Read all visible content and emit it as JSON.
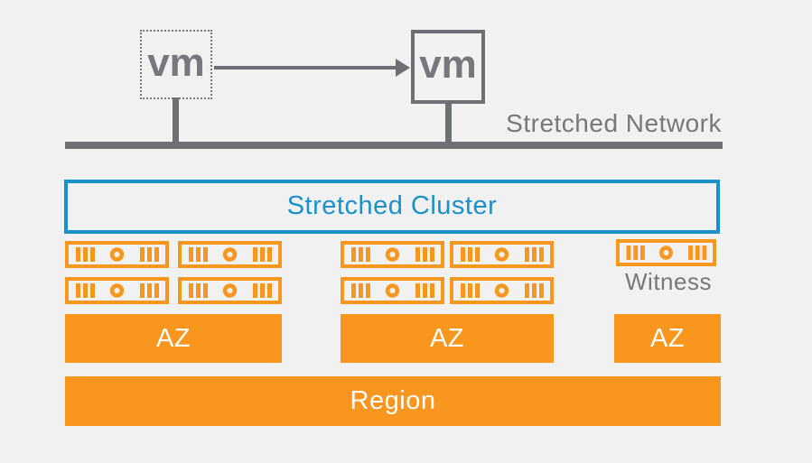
{
  "colors": {
    "background": "#F1F1F2",
    "orange": "#F8961D",
    "blue": "#1A91CA",
    "gray_text": "#77787B",
    "gray_line": "#6E6F72"
  },
  "vm_pair": {
    "source_label": "vm",
    "target_label": "vm"
  },
  "network": {
    "label": "Stretched Network"
  },
  "cluster": {
    "label": "Stretched Cluster"
  },
  "witness": {
    "label": "Witness"
  },
  "azs": [
    {
      "label": "AZ",
      "host_count": 4
    },
    {
      "label": "AZ",
      "host_count": 4
    },
    {
      "label": "AZ",
      "host_count": 1
    }
  ],
  "region": {
    "label": "Region"
  }
}
